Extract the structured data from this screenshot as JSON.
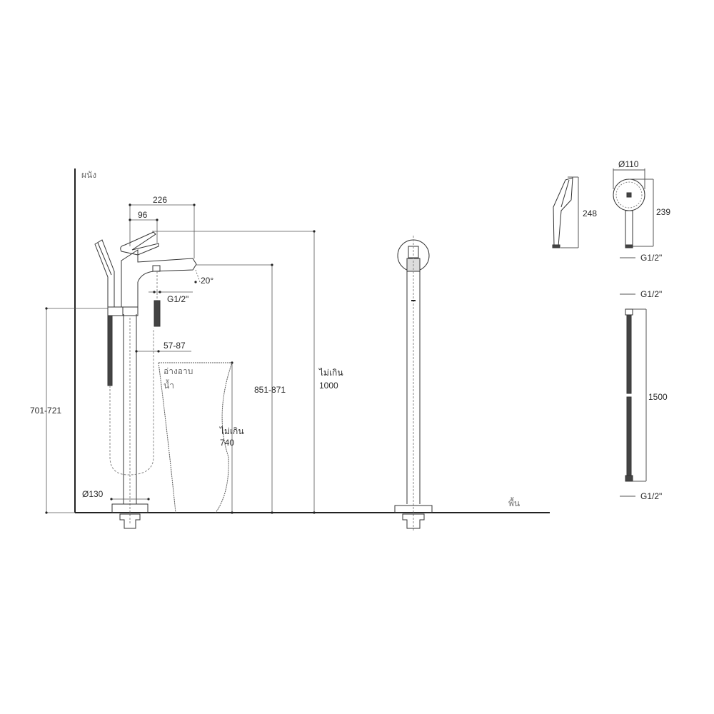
{
  "drawing": {
    "labels": {
      "wall": "ผนัง",
      "floor": "พื้น",
      "bathtub_line1": "อ่างอาบ",
      "bathtub_line2": "น้ำ",
      "not_exceed_740_line1": "ไม่เกิน",
      "not_exceed_740_line2": "740",
      "not_exceed_1000_line1": "ไม่เกิน",
      "not_exceed_1000_line2": "1000"
    },
    "dimensions": {
      "spout_reach": "226",
      "handle_offset": "96",
      "spout_angle": "20°",
      "spout_outlet_thread": "G1/2\"",
      "tub_clearance": "57-87",
      "spout_height": "851-871",
      "holder_height": "701-721",
      "base_diameter": "Ø130",
      "handshower_side_length": "248",
      "handshower_head_diameter": "Ø110",
      "handshower_front_length": "239",
      "handshower_thread": "G1/2\"",
      "hose_top_thread": "G1/2\"",
      "hose_length": "1500",
      "hose_bottom_thread": "G1/2\""
    }
  }
}
